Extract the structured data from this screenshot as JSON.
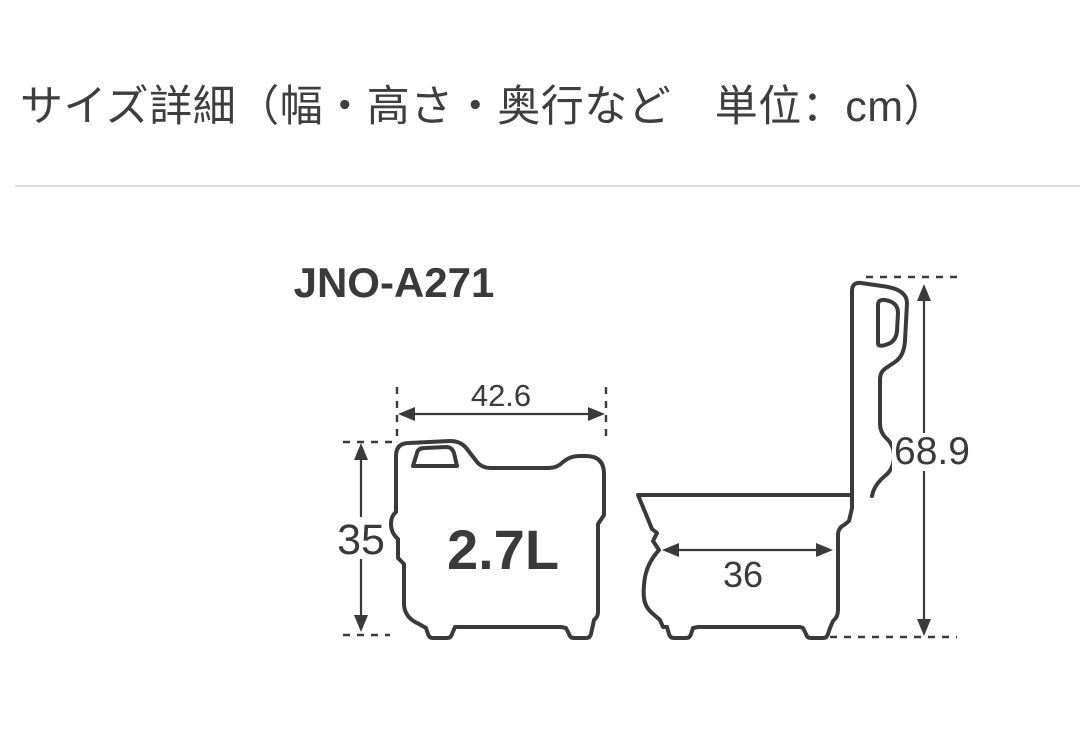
{
  "page": {
    "title": "サイズ詳細（幅・高さ・奥行など　単位：cm）",
    "unit": "cm"
  },
  "diagram": {
    "model": "JNO-A271",
    "capacity": "2.7L",
    "front_view": {
      "width_cm": "42.6",
      "height_cm": "35"
    },
    "side_view": {
      "depth_cm": "36",
      "open_lid_height_cm": "68.9"
    },
    "colors": {
      "line": "#3a3a3a",
      "text": "#3e3e3e",
      "divider": "#dcdcdc",
      "background": "#ffffff"
    }
  }
}
